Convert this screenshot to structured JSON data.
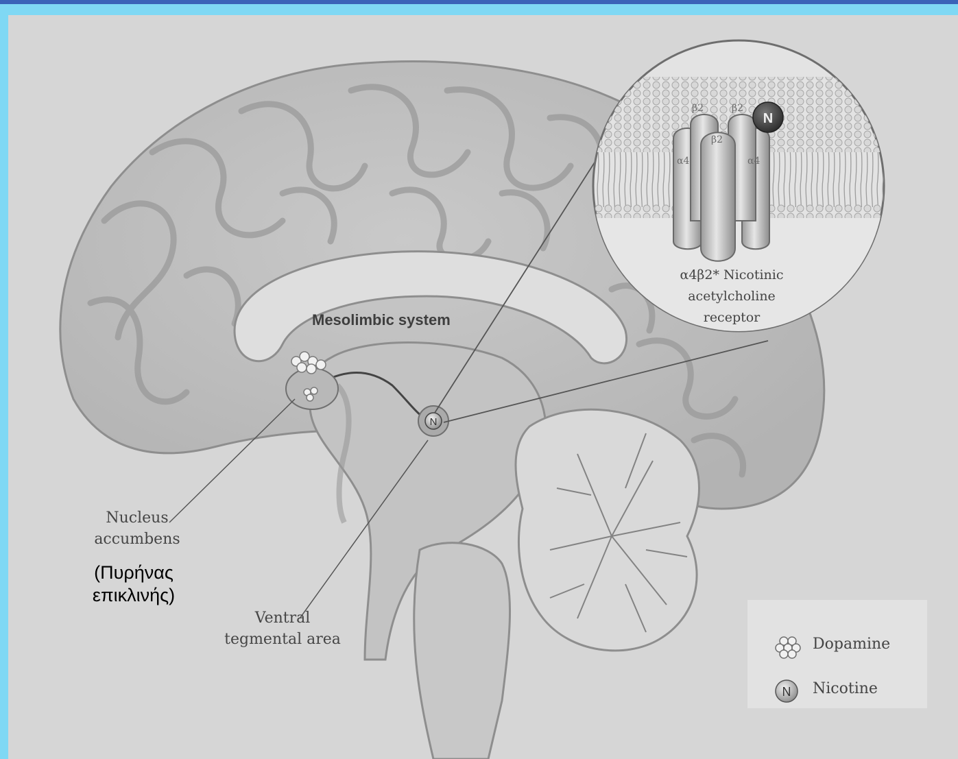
{
  "diagram": {
    "title": "Mesolimbic system",
    "labels": {
      "nucleus_accumbens": [
        "Nucleus",
        "accumbens"
      ],
      "nucleus_accumbens_greek": [
        "(Πυρήνας",
        "επικλινής)"
      ],
      "ventral_tegmental_area": [
        "Ventral",
        "tegmental area"
      ],
      "receptor_caption": [
        "α4β2* Nicotinic",
        "acetylcholine",
        "receptor"
      ],
      "nicotine_marker": "N",
      "subunits": {
        "beta_top_left": "β2",
        "beta_top_right": "β2",
        "beta_center": "β2",
        "alpha_left": "α4",
        "alpha_right": "α4"
      }
    },
    "legend": [
      {
        "icon": "dopamine-cluster-icon",
        "label": "Dopamine"
      },
      {
        "icon": "nicotine-circle-icon",
        "symbol": "N",
        "label": "Nicotine"
      }
    ],
    "colors": {
      "frame": "#7fd8f4",
      "top_bar": "#3b63b8",
      "background": "#d6d6d6"
    }
  }
}
